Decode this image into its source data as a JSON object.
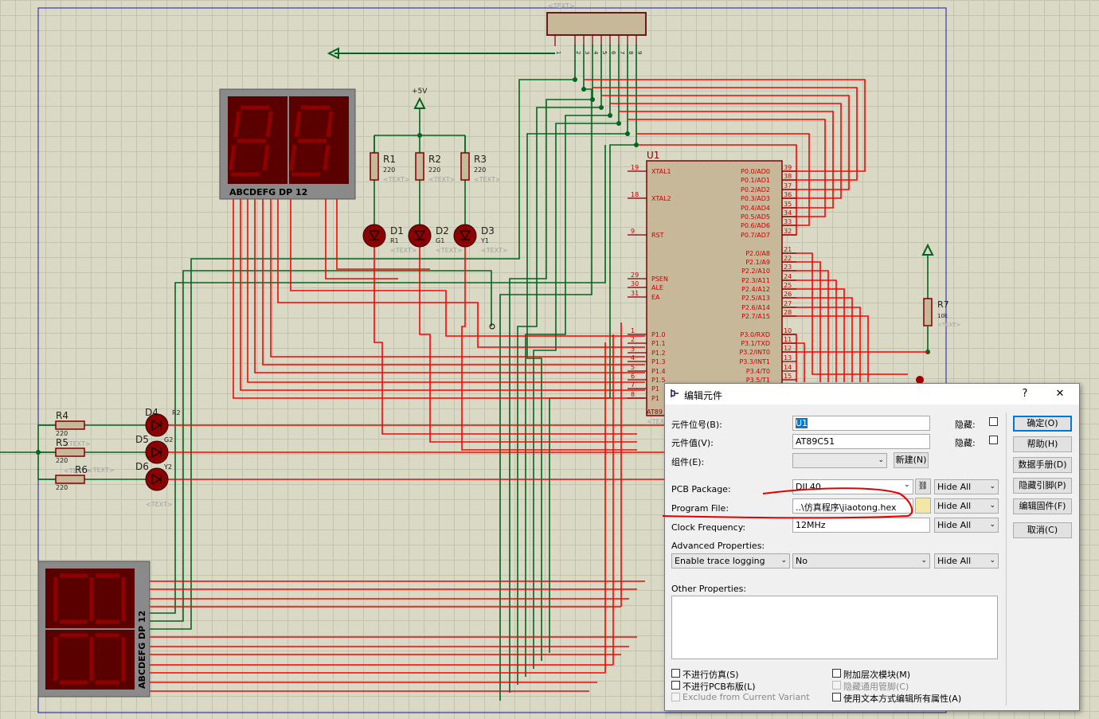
{
  "schematic": {
    "top_connector_label": "<TEXT>",
    "connector_pins": [
      "1",
      "2",
      "3",
      "4",
      "5",
      "6",
      "7",
      "8",
      "9"
    ],
    "power_label": "+5V",
    "seg_display_top_label": "ABCDEFG  DP      12",
    "seg_display_bottom_label": "ABCDEFG DP   12",
    "u1": {
      "ref": "U1",
      "part": "AT89",
      "text": "<TEX",
      "left_pins": [
        {
          "num": "19",
          "name": "XTAL1"
        },
        {
          "num": "18",
          "name": "XTAL2"
        },
        {
          "num": "9",
          "name": "RST"
        },
        {
          "num": "29",
          "name": "PSEN"
        },
        {
          "num": "30",
          "name": "ALE"
        },
        {
          "num": "31",
          "name": "EA"
        },
        {
          "num": "1",
          "name": "P1.0"
        },
        {
          "num": "2",
          "name": "P1.1"
        },
        {
          "num": "3",
          "name": "P1.2"
        },
        {
          "num": "4",
          "name": "P1.3"
        },
        {
          "num": "5",
          "name": "P1.4"
        },
        {
          "num": "6",
          "name": "P1.5"
        },
        {
          "num": "7",
          "name": "P1"
        },
        {
          "num": "8",
          "name": "P1"
        }
      ],
      "right_pins": [
        {
          "num": "39",
          "name": "P0.0/AD0"
        },
        {
          "num": "38",
          "name": "P0.1/AD1"
        },
        {
          "num": "37",
          "name": "P0.2/AD2"
        },
        {
          "num": "36",
          "name": "P0.3/AD3"
        },
        {
          "num": "35",
          "name": "P0.4/AD4"
        },
        {
          "num": "34",
          "name": "P0.5/AD5"
        },
        {
          "num": "33",
          "name": "P0.6/AD6"
        },
        {
          "num": "32",
          "name": "P0.7/AD7"
        },
        {
          "num": "21",
          "name": "P2.0/A8"
        },
        {
          "num": "22",
          "name": "P2.1/A9"
        },
        {
          "num": "23",
          "name": "P2.2/A10"
        },
        {
          "num": "24",
          "name": "P2.3/A11"
        },
        {
          "num": "25",
          "name": "P2.4/A12"
        },
        {
          "num": "26",
          "name": "P2.5/A13"
        },
        {
          "num": "27",
          "name": "P2.6/A14"
        },
        {
          "num": "28",
          "name": "P2.7/A15"
        },
        {
          "num": "10",
          "name": "P3.0/RXD"
        },
        {
          "num": "11",
          "name": "P3.1/TXD"
        },
        {
          "num": "12",
          "name": "P3.2/INT0"
        },
        {
          "num": "13",
          "name": "P3.3/INT1"
        },
        {
          "num": "14",
          "name": "P3.4/T0"
        },
        {
          "num": "15",
          "name": "P3.5/T1"
        }
      ]
    },
    "resistors_top": [
      {
        "ref": "R1",
        "val": "220",
        "text": "<TEXT>"
      },
      {
        "ref": "R2",
        "val": "220",
        "text": "<TEXT>"
      },
      {
        "ref": "R3",
        "val": "220",
        "text": "<TEXT>"
      }
    ],
    "leds_top": [
      {
        "ref": "D1",
        "sub": "R1",
        "text": "<TEXT>"
      },
      {
        "ref": "D2",
        "sub": "G1",
        "text": "<TEXT>"
      },
      {
        "ref": "D3",
        "sub": "Y1",
        "text": "<TEXT>"
      }
    ],
    "resistors_left": [
      {
        "ref": "R4",
        "val": "220",
        "text": "<TEXT>"
      },
      {
        "ref": "R5",
        "val": "220",
        "text": "<TEXT>"
      },
      {
        "ref": "R6",
        "val": "220",
        "text": "<TEXT>"
      }
    ],
    "leds_left": [
      {
        "ref": "D4",
        "sub": "R2"
      },
      {
        "ref": "D5",
        "sub": "G2"
      },
      {
        "ref": "D6",
        "sub": "Y2",
        "text": "<TEXT>"
      }
    ],
    "r7": {
      "ref": "R7",
      "val": "10k",
      "text": "<TEXT>"
    }
  },
  "dialog": {
    "title": "编辑元件",
    "help_glyph": "?",
    "close_glyph": "✕",
    "ref_label": "元件位号(B):",
    "ref_value": "U1",
    "ref_hide_label": "隐藏:",
    "value_label": "元件值(V):",
    "value_value": "AT89C51",
    "value_hide_label": "隐藏:",
    "group_label": "组件(E):",
    "new_button": "新建(N)",
    "pcb_label": "PCB Package:",
    "pcb_value": "DIL40",
    "pcb_hide": "Hide All",
    "program_label": "Program File:",
    "program_value": "..\\仿真程序\\jiaotong.hex",
    "program_hide": "Hide All",
    "clock_label": "Clock Frequency:",
    "clock_value": "12MHz",
    "clock_hide": "Hide All",
    "advanced_label": "Advanced Properties:",
    "advanced_select": "Enable trace logging",
    "advanced_value": "No",
    "advanced_hide": "Hide All",
    "other_label": "Other Properties:",
    "other_value": "",
    "buttons": {
      "ok": "确定(O)",
      "help": "帮助(H)",
      "datasheet": "数据手册(D)",
      "hidden_pins": "隐藏引脚(P)",
      "edit_firmware": "编辑固件(F)",
      "cancel": "取消(C)"
    },
    "checks": {
      "no_sim": "不进行仿真(S)",
      "no_pcb": "不进行PCB布版(L)",
      "exclude_variant": "Exclude from Current Variant",
      "attach_hier": "附加层次模块(M)",
      "hide_common_pins": "隐藏通用管脚(C)",
      "edit_all_text": "使用文本方式编辑所有属性(A)"
    }
  },
  "colors": {
    "wire_red": "#ff0000",
    "wire_green": "#00661e",
    "component_dark_red": "#800000",
    "label_red": "#cc0000",
    "selection_blue": "#0078d7"
  }
}
